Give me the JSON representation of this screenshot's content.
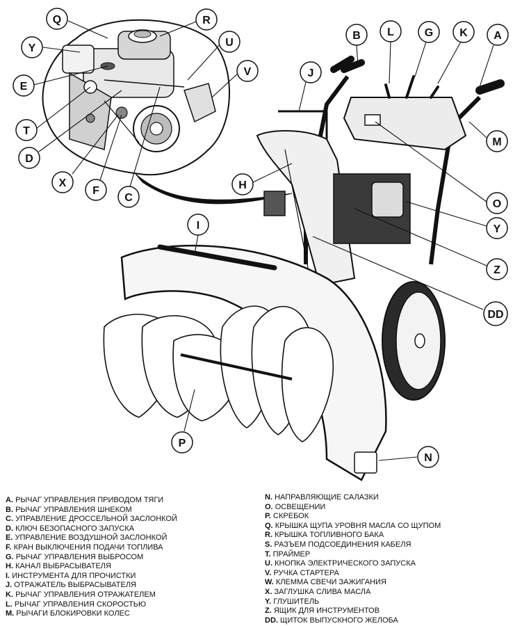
{
  "callouts": {
    "Q": "Q",
    "R": "R",
    "U": "U",
    "V": "V",
    "Y_top": "Y",
    "E": "E",
    "T": "T",
    "D": "D",
    "X": "X",
    "F": "F",
    "C": "C",
    "B": "B",
    "L": "L",
    "G": "G",
    "K": "K",
    "A": "A",
    "M": "M",
    "J": "J",
    "H": "H",
    "O": "O",
    "Y_right": "Y",
    "I": "I",
    "Z": "Z",
    "DD": "DD",
    "P": "P",
    "N": "N"
  },
  "legend_left": [
    {
      "key": "A.",
      "text": "РЫЧАГ УПРАВЛЕНИЯ ПРИВОДОМ ТЯГИ"
    },
    {
      "key": "B.",
      "text": "РЫЧАГ УПРАВЛЕНИЯ ШНЕКОМ"
    },
    {
      "key": "C.",
      "text": "УПРАВЛЕНИЕ ДРОССЕЛЬНОЙ ЗАСЛОНКОЙ"
    },
    {
      "key": "D.",
      "text": "КЛЮЧ БЕЗОПАСНОГО ЗАПУСКА"
    },
    {
      "key": "E.",
      "text": "УПРАВЛЕНИЕ ВОЗДУШНОЙ ЗАСЛОНКОЙ"
    },
    {
      "key": "F.",
      "text": "КРАН ВЫКЛЮЧЕНИЯ ПОДАЧИ ТОПЛИВА"
    },
    {
      "key": "G.",
      "text": "РЫЧАГ УПРАВЛЕНИЯ ВЫБРОСОМ"
    },
    {
      "key": "H.",
      "text": "КАНАЛ ВЫБРАСЫВАТЕЛЯ"
    },
    {
      "key": "I.",
      "text": "ИНСТРУМЕНТА ДЛЯ ПРОЧИСТКИ"
    },
    {
      "key": "J.",
      "text": "ОТРАЖАТЕЛЬ ВЫБРАСЫВАТЕЛЯ"
    },
    {
      "key": "K.",
      "text": "РЫЧАГ УПРАВЛЕНИЯ ОТРАЖАТЕЛЕМ"
    },
    {
      "key": "L.",
      "text": "РЫЧАГ УПРАВЛЕНИЯ СКОРОСТЬЮ"
    },
    {
      "key": "M.",
      "text": "РЫЧАГИ БЛОКИРОВКИ КОЛЕС"
    }
  ],
  "legend_right": [
    {
      "key": "N.",
      "text": "НАПРАВЛЯЮЩИЕ САЛАЗКИ"
    },
    {
      "key": "O.",
      "text": "ОСВЕЩЕНИИ"
    },
    {
      "key": "P.",
      "text": "СКРЕБОК"
    },
    {
      "key": "Q.",
      "text": "КРЫШКА ЩУПА УРОВНЯ МАСЛА СО ЩУПОМ"
    },
    {
      "key": "R.",
      "text": "КРЫШКА ТОПЛИВНОГО БАКА"
    },
    {
      "key": "S.",
      "text": "РАЗЪЕМ ПОДСОЕДИНЕНИЯ КАБЕЛЯ"
    },
    {
      "key": "T.",
      "text": "ПРАЙМЕР"
    },
    {
      "key": "U.",
      "text": "КНОПКА ЭЛЕКТРИЧЕСКОГО ЗАПУСКА"
    },
    {
      "key": "V.",
      "text": "РУЧКА СТАРТЕРА"
    },
    {
      "key": "W.",
      "text": "КЛЕММА СВЕЧИ ЗАЖИГАНИЯ"
    },
    {
      "key": "X.",
      "text": "ЗАГЛУШКА СЛИВА МАСЛА"
    },
    {
      "key": "Y.",
      "text": "ГЛУШИТЕЛЬ"
    },
    {
      "key": "Z.",
      "text": "ЯЩИК ДЛЯ ИНСТРУМЕНТОВ"
    },
    {
      "key": "DD.",
      "text": "ЩИТОК ВЫПУСКНОГО ЖЕЛОБА"
    }
  ]
}
